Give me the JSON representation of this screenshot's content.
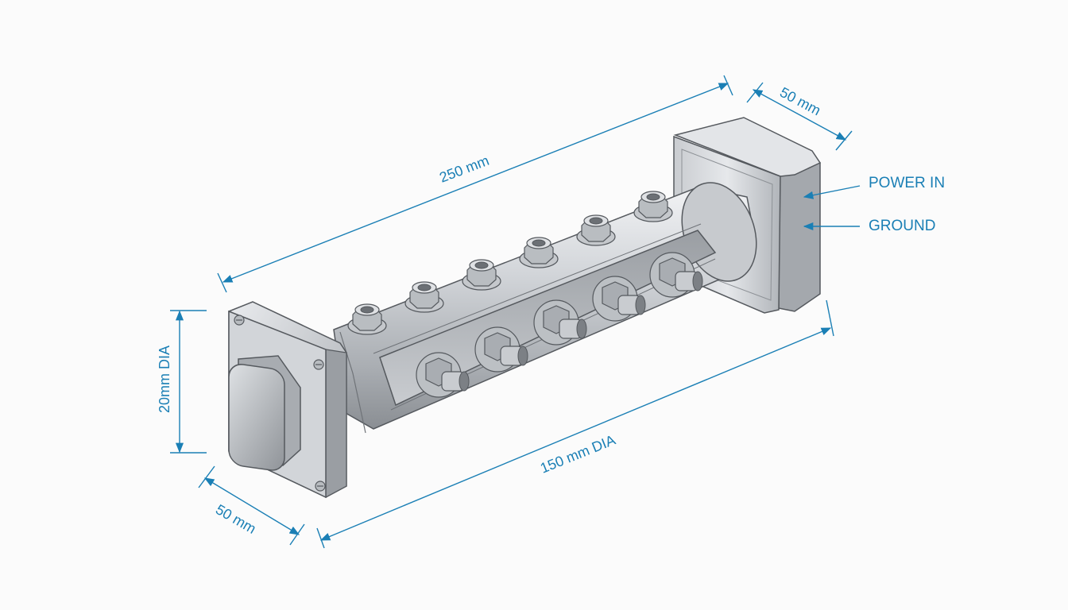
{
  "colors": {
    "dimension": "#1a7fb5",
    "metal_light": "#eef0f2",
    "metal_mid": "#c3c6ca",
    "metal_dark": "#8d9196",
    "outline": "#55595e",
    "background": "#fbfbfb"
  },
  "dimensions": {
    "overall_length": "250 mm",
    "housing_width": "50 mm",
    "flange_width": "50 mm",
    "end_diameter": "20mm DIA",
    "body_diameter": "150 mm DIA"
  },
  "callouts": {
    "power_in": "POWER IN",
    "ground": "GROUND"
  },
  "icons": {
    "arrowhead": "dimension-arrowhead-icon",
    "screw": "screw-head-icon",
    "fitting": "hex-fitting-icon"
  }
}
